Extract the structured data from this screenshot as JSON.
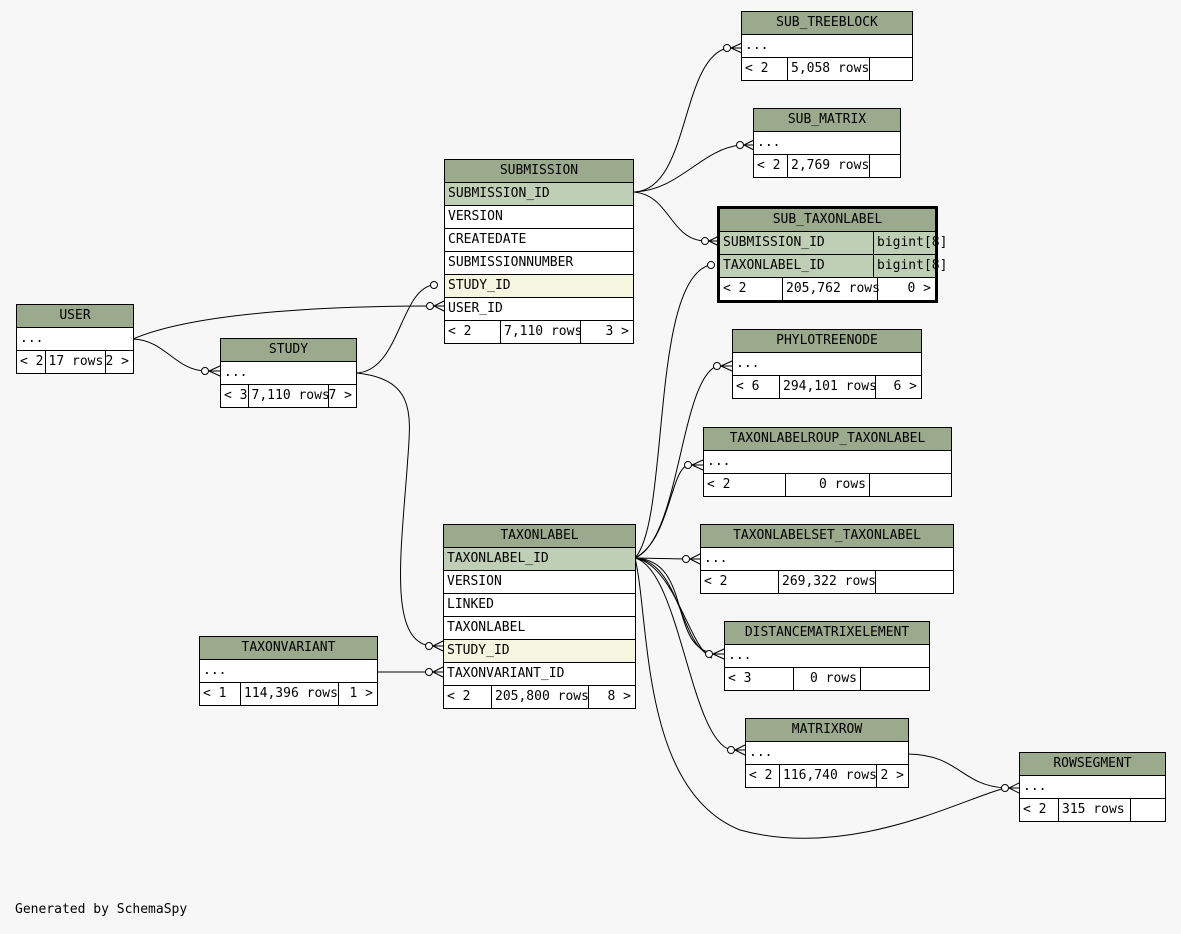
{
  "tables": {
    "user": {
      "title": "USER",
      "rows": [
        "..."
      ],
      "footer": [
        "< 2",
        "17 rows",
        "2 >"
      ]
    },
    "study": {
      "title": "STUDY",
      "rows": [
        "..."
      ],
      "footer": [
        "< 3",
        "7,110 rows",
        "7 >"
      ]
    },
    "submission": {
      "title": "SUBMISSION",
      "rows": [
        "SUBMISSION_ID",
        "VERSION",
        "CREATEDATE",
        "SUBMISSIONNUMBER",
        "STUDY_ID",
        "USER_ID"
      ],
      "footer": [
        "< 2",
        "7,110 rows",
        "3 >"
      ]
    },
    "sub_treeblock": {
      "title": "SUB_TREEBLOCK",
      "rows": [
        "..."
      ],
      "footer": [
        "< 2",
        "5,058 rows",
        ""
      ]
    },
    "sub_matrix": {
      "title": "SUB_MATRIX",
      "rows": [
        "..."
      ],
      "footer": [
        "< 2",
        "2,769 rows",
        ""
      ]
    },
    "sub_taxonlabel": {
      "title": "SUB_TAXONLABEL",
      "rows": [
        {
          "name": "SUBMISSION_ID",
          "type": "bigint[8]"
        },
        {
          "name": "TAXONLABEL_ID",
          "type": "bigint[8]"
        }
      ],
      "footer": [
        "< 2",
        "205,762 rows",
        "0 >"
      ]
    },
    "phylotreenode": {
      "title": "PHYLOTREENODE",
      "rows": [
        "..."
      ],
      "footer": [
        "< 6",
        "294,101 rows",
        "6 >"
      ]
    },
    "taxonlabelgroup_taxonlabel": {
      "title": "TAXONLABELROUP_TAXONLABEL",
      "rows": [
        "..."
      ],
      "footer": [
        "< 2",
        "0 rows",
        ""
      ]
    },
    "taxonlabelset_taxonlabel": {
      "title": "TAXONLABELSET_TAXONLABEL",
      "rows": [
        "..."
      ],
      "footer": [
        "< 2",
        "269,322 rows",
        ""
      ]
    },
    "taxonlabel": {
      "title": "TAXONLABEL",
      "rows": [
        "TAXONLABEL_ID",
        "VERSION",
        "LINKED",
        "TAXONLABEL",
        "STUDY_ID",
        "TAXONVARIANT_ID"
      ],
      "footer": [
        "< 2",
        "205,800 rows",
        "8 >"
      ]
    },
    "taxonvariant": {
      "title": "TAXONVARIANT",
      "rows": [
        "..."
      ],
      "footer": [
        "< 1",
        "114,396 rows",
        "1 >"
      ]
    },
    "distancematrixelement": {
      "title": "DISTANCEMATRIXELEMENT",
      "rows": [
        "..."
      ],
      "footer": [
        "< 3",
        "0 rows",
        ""
      ]
    },
    "matrixrow": {
      "title": "MATRIXROW",
      "rows": [
        "..."
      ],
      "footer": [
        "< 2",
        "116,740 rows",
        "2 >"
      ]
    },
    "rowsegment": {
      "title": "ROWSEGMENT",
      "rows": [
        "..."
      ],
      "footer": [
        "< 2",
        "315 rows",
        ""
      ]
    }
  },
  "credit": "Generated by SchemaSpy",
  "colors": {
    "header": "#9ba98d",
    "primary_key": "#bfcfb5",
    "foreign_key": "#f4f6df",
    "background": "#f7f7f7"
  }
}
